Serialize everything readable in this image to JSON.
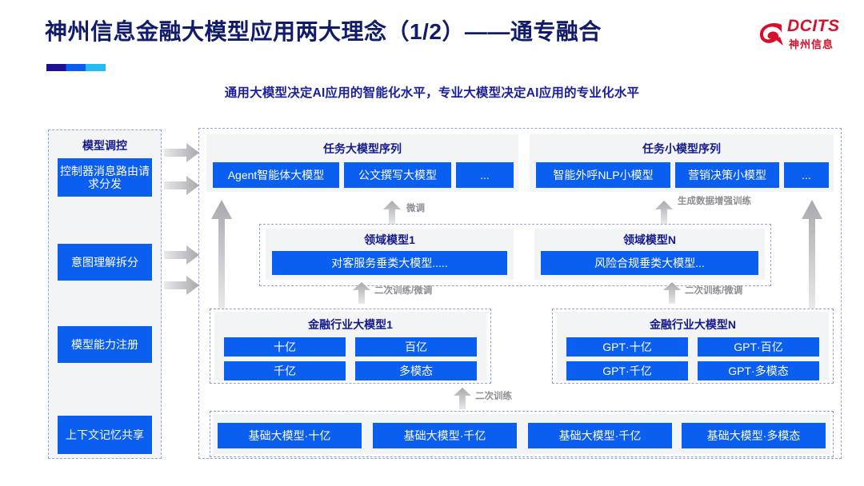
{
  "header": {
    "title": "神州信息金融大模型应用两大理念（1/2）——通专融合",
    "subtitle": "通用大模型决定AI应用的智能化水平，专业大模型决定AI应用的专业化水平",
    "logo_text": "DCITS",
    "logo_sub": "神州信息",
    "accent_colors": [
      "#1d1091",
      "#0a5ff0",
      "#25bdf0"
    ],
    "title_color": "#101b6b",
    "subtitle_color": "#1b1f9c",
    "logo_color": "#d6102a"
  },
  "sidebar": {
    "title": "模型调控",
    "items": [
      {
        "label": "控制器消息路由请求分发"
      },
      {
        "label": "意图理解拆分"
      },
      {
        "label": "模型能力注册"
      },
      {
        "label": "上下文记忆共享"
      }
    ]
  },
  "task_sequences": [
    {
      "title": "任务大模型序列",
      "items": [
        "Agent智能体大模型",
        "公文撰写大模型",
        "..."
      ]
    },
    {
      "title": "任务小模型序列",
      "items": [
        "智能外呼NLP小模型",
        "营销决策小模型",
        "..."
      ]
    }
  ],
  "domain_models": [
    {
      "title": "领域模型1",
      "items": [
        "对客服务垂类大模型....."
      ]
    },
    {
      "title": "领域模型N",
      "items": [
        "风险合规垂类大模型..."
      ]
    }
  ],
  "industry_models": [
    {
      "title": "金融行业大模型1",
      "items": [
        "十亿",
        "百亿",
        "千亿",
        "多模态"
      ]
    },
    {
      "title": "金融行业大模型N",
      "items": [
        "GPT·十亿",
        "GPT·百亿",
        "GPT·千亿",
        "GPT·多模态"
      ]
    }
  ],
  "foundation_models": {
    "items": [
      "基础大模型·十亿",
      "基础大模型·千亿",
      "基础大模型·千亿",
      "基础大模型·多模态"
    ]
  },
  "arrow_labels": {
    "finetune": "微调",
    "data_aug": "生成数据增强训练",
    "retrain_finetune_left": "二次训练/微调",
    "retrain_finetune_right": "二次训练/微调",
    "retrain": "二次训练"
  },
  "colors": {
    "box_blue": "#0a5ff0",
    "panel_grey": "#f3f4f6",
    "dash_border": "#8fa5d8",
    "arrow_grey": "#b3b3b8"
  }
}
